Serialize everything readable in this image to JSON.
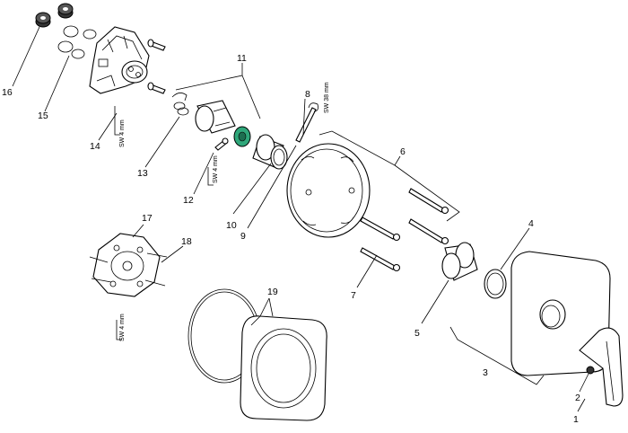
{
  "diagram": {
    "callouts": [
      "1",
      "2",
      "3",
      "4",
      "5",
      "6",
      "7",
      "8",
      "9",
      "10",
      "11",
      "12",
      "13",
      "14",
      "15",
      "16",
      "17",
      "18",
      "19"
    ],
    "wrench_labels": {
      "sw38": "SW 38 mm",
      "sw4_upper": "SW 4 mm",
      "sw4_middle": "SW 4 mm",
      "sw4_lower": "SW 4 mm"
    },
    "colors": {
      "line": "#000000",
      "background": "#ffffff",
      "dark_nut": "#333333",
      "cartridge_green": "#2fa77a"
    }
  }
}
